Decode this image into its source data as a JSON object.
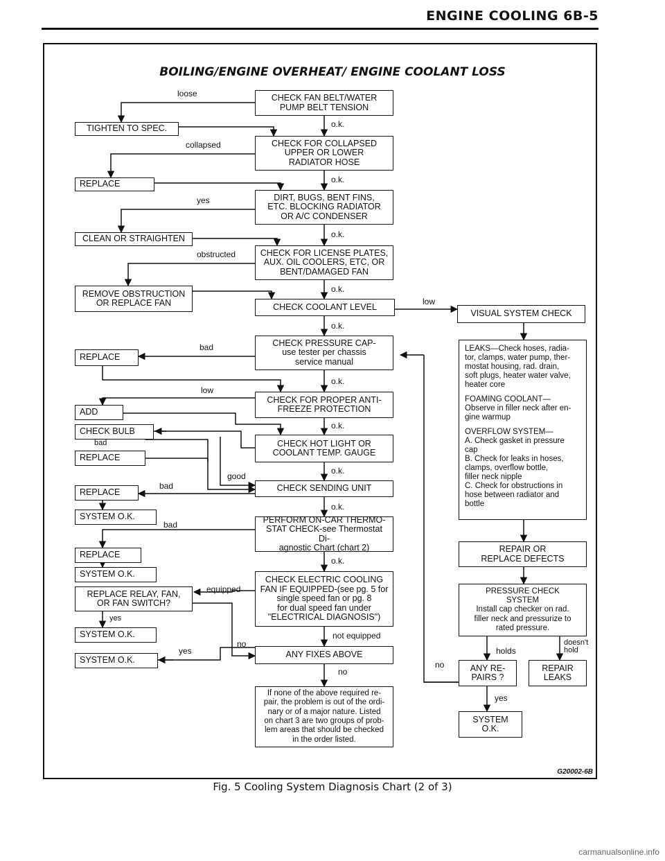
{
  "header": {
    "section": "ENGINE COOLING",
    "page": "6B-5"
  },
  "title": "BOILING/ENGINE OVERHEAT/ ENGINE COOLANT LOSS",
  "center": {
    "fan_belt": "CHECK FAN BELT/WATER\nPUMP BELT TENSION",
    "hose": "CHECK FOR COLLAPSED\nUPPER OR LOWER\nRADIATOR HOSE",
    "dirt": "DIRT, BUGS, BENT FINS,\nETC. BLOCKING RADIATOR\nOR A/C CONDENSER",
    "license": "CHECK FOR LICENSE PLATES,\nAUX. OIL COOLERS, ETC, OR\nBENT/DAMAGED FAN",
    "coolant_level": "CHECK COOLANT LEVEL",
    "pressure_cap": "CHECK PRESSURE CAP-\nuse tester per chassis\nservice manual",
    "antifreeze": "CHECK FOR PROPER ANTI-\nFREEZE PROTECTION",
    "hot_light": "CHECK HOT LIGHT OR\nCOOLANT TEMP. GAUGE",
    "sending_unit": "CHECK SENDING UNIT",
    "thermostat": "PERFORM ON-CAR THERMO-\nSTAT CHECK-see Thermostat Di-\nagnostic Chart (chart 2)",
    "electric_cooling": "CHECK ELECTRIC COOLING\nFAN IF EQUIPPED-(see pg. 5 for\nsingle speed fan or pg. 8\nfor dual speed fan under\n\"ELECTRICAL DIAGNOSIS\")",
    "any_fixes": "ANY FIXES ABOVE",
    "final_note": "If none of the above required re-\npair, the problem is out of the ordi-\nnary or of a major nature. Listed\non chart 3 are two groups of prob-\nlem areas that should be checked\nin the order listed."
  },
  "left": {
    "tighten": "TIGHTEN TO SPEC.",
    "replace1": "REPLACE",
    "clean": "CLEAN OR STRAIGHTEN",
    "remove": "REMOVE OBSTRUCTION\nOR REPLACE FAN",
    "replace2": "REPLACE",
    "add": "ADD",
    "check_bulb": "CHECK BULB",
    "replace3": "REPLACE",
    "replace4": "REPLACE",
    "system_ok1": "SYSTEM O.K.",
    "replace5": "REPLACE",
    "system_ok2": "SYSTEM O.K.",
    "replace_relay": "REPLACE RELAY, FAN,\nOR FAN SWITCH?",
    "system_ok3": "SYSTEM O.K.",
    "system_ok4": "SYSTEM O.K."
  },
  "right": {
    "visual": "VISUAL SYSTEM CHECK",
    "leaks": "LEAKS—Check hoses, radia-\ntor, clamps, water pump, ther-\nmostat housing, rad. drain,\nsoft plugs, heater water valve,\nheater core",
    "foaming": "FOAMING COOLANT—\nObserve in filler neck after en-\ngine warmup",
    "overflow": "OVERFLOW SYSTEM—\nA. Check gasket in pressure\n    cap\nB. Check for leaks in hoses,\n    clamps, overflow bottle,\n    filler neck nipple\nC. Check for obstructions in\n    hose between radiator and\n    bottle",
    "repair_defects": "REPAIR OR\nREPLACE DEFECTS",
    "pressure_check": "PRESSURE CHECK\nSYSTEM\nInstall cap checker on rad.\nfiller neck and pressurize to\nrated pressure.",
    "any_repairs": "ANY RE-\nPAIRS ?",
    "repair_leaks": "REPAIR\nLEAKS",
    "system_ok": "SYSTEM\nO.K."
  },
  "labels": {
    "loose": "loose",
    "ok": "o.k.",
    "collapsed": "collapsed",
    "yes": "yes",
    "obstructed": "obstructed",
    "low": "low",
    "bad": "bad",
    "good": "good",
    "equipped": "equipped",
    "not_equipped": "not equipped",
    "no": "no",
    "holds": "holds",
    "doesnt_hold": "doesn't\nhold"
  },
  "caption": "Fig. 5 Cooling System Diagnosis Chart (2 of 3)",
  "code": "G20002-6B",
  "watermark": "carmanualsonline.info"
}
